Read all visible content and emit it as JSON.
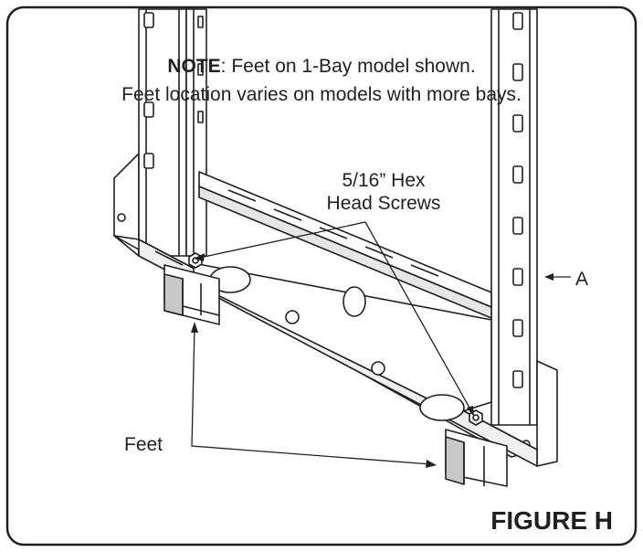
{
  "note": {
    "keyword": "NOTE",
    "line1_rest": ": Feet on 1-Bay model shown.",
    "line2": "Feet location varies on models with more bays."
  },
  "callouts": {
    "screws_line1": "5/16” Hex",
    "screws_line2": "Head Screws",
    "frame_label": "A",
    "feet": "Feet"
  },
  "figure_label": "FIGURE H",
  "colors": {
    "line": "#231f20",
    "frame_fill": "#ffffff",
    "shade": "#c8c8c8",
    "dark_shade": "#8a8a8a"
  }
}
